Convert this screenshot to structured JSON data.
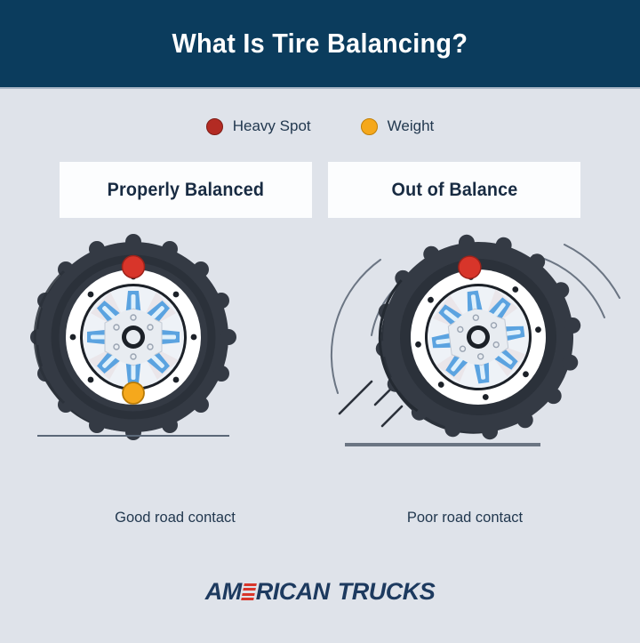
{
  "header": {
    "title": "What Is Tire Balancing?",
    "background": "#0b3c5d"
  },
  "legend": {
    "items": [
      {
        "label": "Heavy Spot",
        "icon": "red-circle-icon",
        "color": "#b32b23"
      },
      {
        "label": "Weight",
        "icon": "amber-circle-icon",
        "color": "#f5a81c"
      }
    ]
  },
  "panels": [
    {
      "title": "Properly Balanced",
      "caption": "Good road contact",
      "has_weight": true,
      "has_vibration": false,
      "road_contact": "good"
    },
    {
      "title": "Out of Balance",
      "caption": "Poor road contact",
      "has_weight": false,
      "has_vibration": true,
      "road_contact": "poor"
    }
  ],
  "colors": {
    "page_background": "#dfe3ea",
    "tire": "#343a44",
    "rim_ring": "#ffffff",
    "spoke": "#5ba3e0",
    "heavy_spot": "#d8352a",
    "weight": "#f5a81c",
    "text": "#22384f"
  },
  "logo": {
    "text_part1": "AM",
    "text_part2": "RICAN",
    "text_part3": "TRUCKS",
    "accent": "#d8352a"
  }
}
